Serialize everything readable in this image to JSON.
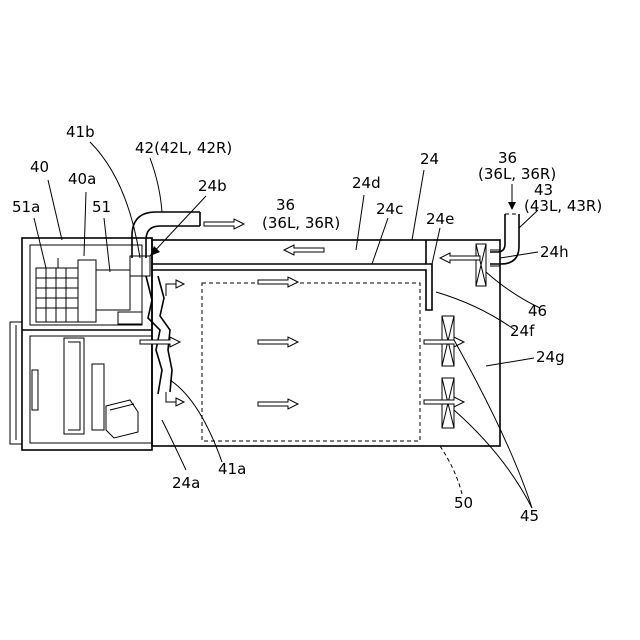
{
  "labels": {
    "l_41b": "41b",
    "l_42": "42(42L, 42R)",
    "l_40": "40",
    "l_40a": "40a",
    "l_51a": "51a",
    "l_51": "51",
    "l_24b": "24b",
    "l_36_top_a": "36",
    "l_36_top_b": "(36L, 36R)",
    "l_24d": "24d",
    "l_24": "24",
    "l_24c": "24c",
    "l_24e": "24e",
    "l_36_right_a": "36",
    "l_36_right_b": "(36L, 36R)",
    "l_43_a": "43",
    "l_43_b": "(43L, 43R)",
    "l_24h": "24h",
    "l_46": "46",
    "l_24f": "24f",
    "l_24g": "24g",
    "l_41a": "41a",
    "l_24a": "24a",
    "l_50": "50",
    "l_45": "45"
  }
}
